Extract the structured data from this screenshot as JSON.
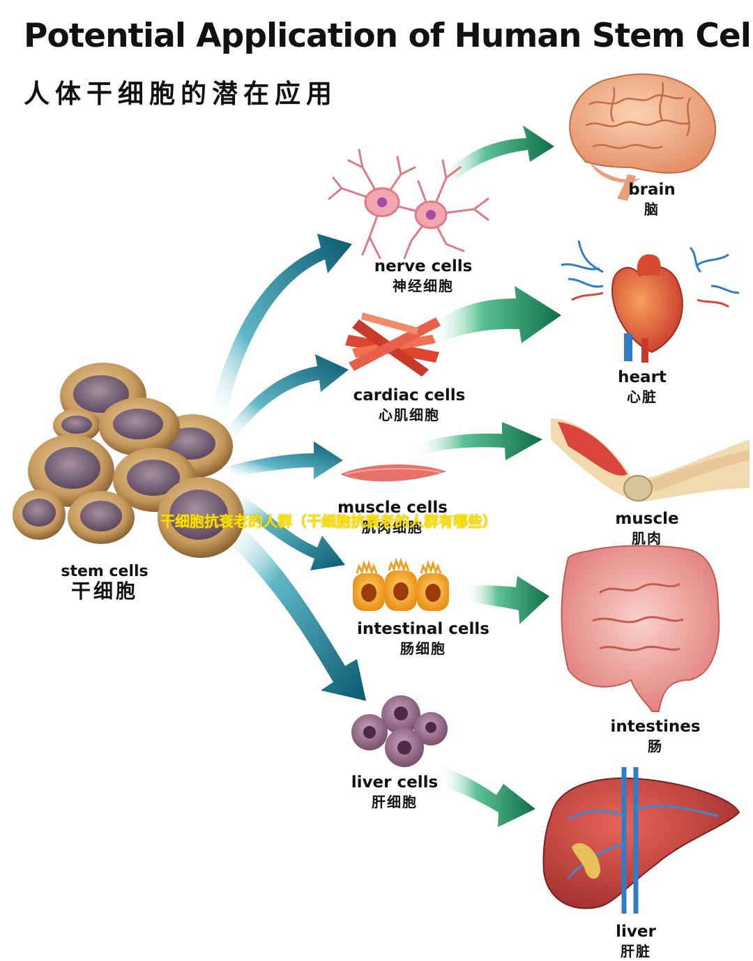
{
  "title": "Potential Application of Human Stem Cells",
  "subtitle": "人体干细胞的潜在应用",
  "stem": {
    "en": "stem cells",
    "zh": "干细胞"
  },
  "cells": [
    {
      "en": "nerve cells",
      "zh": "神经细胞"
    },
    {
      "en": "cardiac cells",
      "zh": "心肌细胞"
    },
    {
      "en": "muscle cells",
      "zh": "肌肉细胞"
    },
    {
      "en": "intestinal cells",
      "zh": "肠细胞"
    },
    {
      "en": "liver cells",
      "zh": "肝细胞"
    }
  ],
  "organs": [
    {
      "en": "brain",
      "zh": "脑"
    },
    {
      "en": "heart",
      "zh": "心脏"
    },
    {
      "en": "muscle",
      "zh": "肌肉"
    },
    {
      "en": "intestines",
      "zh": "肠"
    },
    {
      "en": "liver",
      "zh": "肝脏"
    }
  ],
  "overlay_text": "干细胞抗衰老的人群（干细胞抗衰老的人群有哪些）",
  "colors": {
    "arrow_teal": "#0e6f86",
    "arrow_green": "#19855a",
    "cell_tan": "#c9a06a",
    "cell_nucleus": "#7b6478",
    "overlay": "#f5e400"
  }
}
